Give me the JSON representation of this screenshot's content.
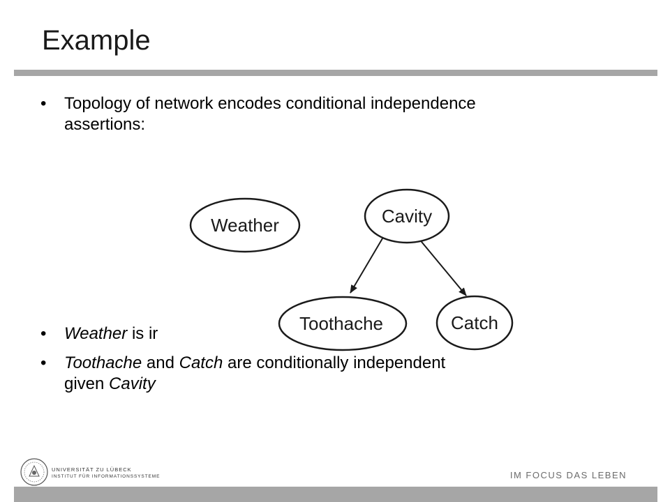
{
  "slide": {
    "title": "Example"
  },
  "bullets": [
    {
      "marker": "•",
      "line1": "Topology of network encodes conditional independence",
      "line2": "assertions:"
    },
    {
      "marker": "•",
      "emph": "Weather",
      "rest": " is ir"
    },
    {
      "marker": "•",
      "emph1": "Toothache",
      "mid1": " and ",
      "emph2": "Catch",
      "mid2": " are conditionally independent",
      "line2_pre": "given ",
      "line2_emph": "Cavity"
    }
  ],
  "network": {
    "nodes": [
      {
        "id": "weather",
        "label": "Weather"
      },
      {
        "id": "cavity",
        "label": "Cavity"
      },
      {
        "id": "toothache",
        "label": "Toothache"
      },
      {
        "id": "catch",
        "label": "Catch"
      }
    ],
    "edges": [
      {
        "from": "cavity",
        "to": "toothache"
      },
      {
        "from": "cavity",
        "to": "catch"
      }
    ]
  },
  "footer": {
    "university": "UNIVERSITÄT ZU LÜBECK",
    "institute": "INSTITUT FÜR INFORMATIONSSYSTEME",
    "slogan": "IM FOCUS DAS LEBEN"
  },
  "colors": {
    "rule": "#a6a6a6",
    "slogan": "#6b6b6b"
  }
}
